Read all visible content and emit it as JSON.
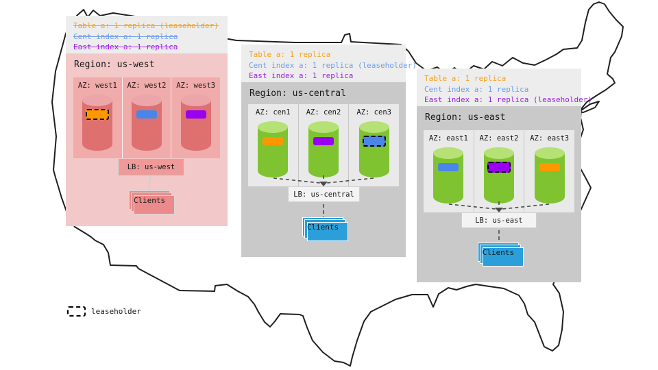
{
  "legend": {
    "swatch": "dashed-outline-box",
    "label": "leaseholder"
  },
  "colors": {
    "note_orange": "#f5a21c",
    "note_blue": "#6d9eeb",
    "note_purple": "#9d1fe8",
    "bar_orange": "#ff9800",
    "bar_blue": "#4a86e8",
    "bar_purple": "#9900f2",
    "west_panel": "#f3c8c8",
    "west_az": "#f0abab",
    "gray_panel": "#c9c9c9",
    "gray_az": "#e9e9e9",
    "header_strip": "#ededed",
    "clients_blue": "#2b9fd9",
    "clients_salmon": "#ea8a8a",
    "map_outline": "#1f1f1f"
  },
  "regions": [
    {
      "id": "us-west",
      "title": "Region: us-west",
      "notes": [
        {
          "text": "Table a: 1 replica (leaseholder)",
          "color": "#f5a21c",
          "strike": true
        },
        {
          "text": "Cent index a: 1 replica",
          "color": "#6d9eeb",
          "strike": true
        },
        {
          "text": "East index a: 1 replica",
          "color": "#9d1fe8",
          "strike": true
        }
      ],
      "cylinder": {
        "body": "#df7070",
        "top": "#eca6aa"
      },
      "azs": [
        {
          "label": "AZ: west1",
          "bar_color": "#ff9800",
          "leaseholder": true
        },
        {
          "label": "AZ: west2",
          "bar_color": "#4a86e8",
          "leaseholder": false
        },
        {
          "label": "AZ: west3",
          "bar_color": "#9900f2",
          "leaseholder": false
        }
      ],
      "lb_label": "LB: us-west",
      "clients_label": "Clients"
    },
    {
      "id": "us-central",
      "title": "Region: us-central",
      "notes": [
        {
          "text": "Table a: 1 replica",
          "color": "#f5a21c",
          "strike": false
        },
        {
          "text": "Cent index a: 1 replica (leaseholder)",
          "color": "#6d9eeb",
          "strike": false
        },
        {
          "text": "East index a: 1 replica",
          "color": "#9d1fe8",
          "strike": false
        }
      ],
      "cylinder": {
        "body": "#7fc331",
        "top": "#b5e175"
      },
      "azs": [
        {
          "label": "AZ: cen1",
          "bar_color": "#ff9800",
          "leaseholder": false
        },
        {
          "label": "AZ: cen2",
          "bar_color": "#9900f2",
          "leaseholder": false
        },
        {
          "label": "AZ: cen3",
          "bar_color": "#4a86e8",
          "leaseholder": true
        }
      ],
      "lb_label": "LB: us-central",
      "clients_label": "Clients"
    },
    {
      "id": "us-east",
      "title": "Region: us-east",
      "notes": [
        {
          "text": "Table a: 1 replica",
          "color": "#f5a21c",
          "strike": false
        },
        {
          "text": "Cent index a: 1 replica",
          "color": "#6d9eeb",
          "strike": false
        },
        {
          "text": "East index a: 1 replica (leaseholder)",
          "color": "#9d1fe8",
          "strike": false
        }
      ],
      "cylinder": {
        "body": "#7fc331",
        "top": "#b5e175"
      },
      "azs": [
        {
          "label": "AZ: east1",
          "bar_color": "#4a86e8",
          "leaseholder": false
        },
        {
          "label": "AZ: east2",
          "bar_color": "#9900f2",
          "leaseholder": true
        },
        {
          "label": "AZ: east3",
          "bar_color": "#ff9800",
          "leaseholder": false
        }
      ],
      "lb_label": "LB: us-east",
      "clients_label": "Clients"
    }
  ]
}
